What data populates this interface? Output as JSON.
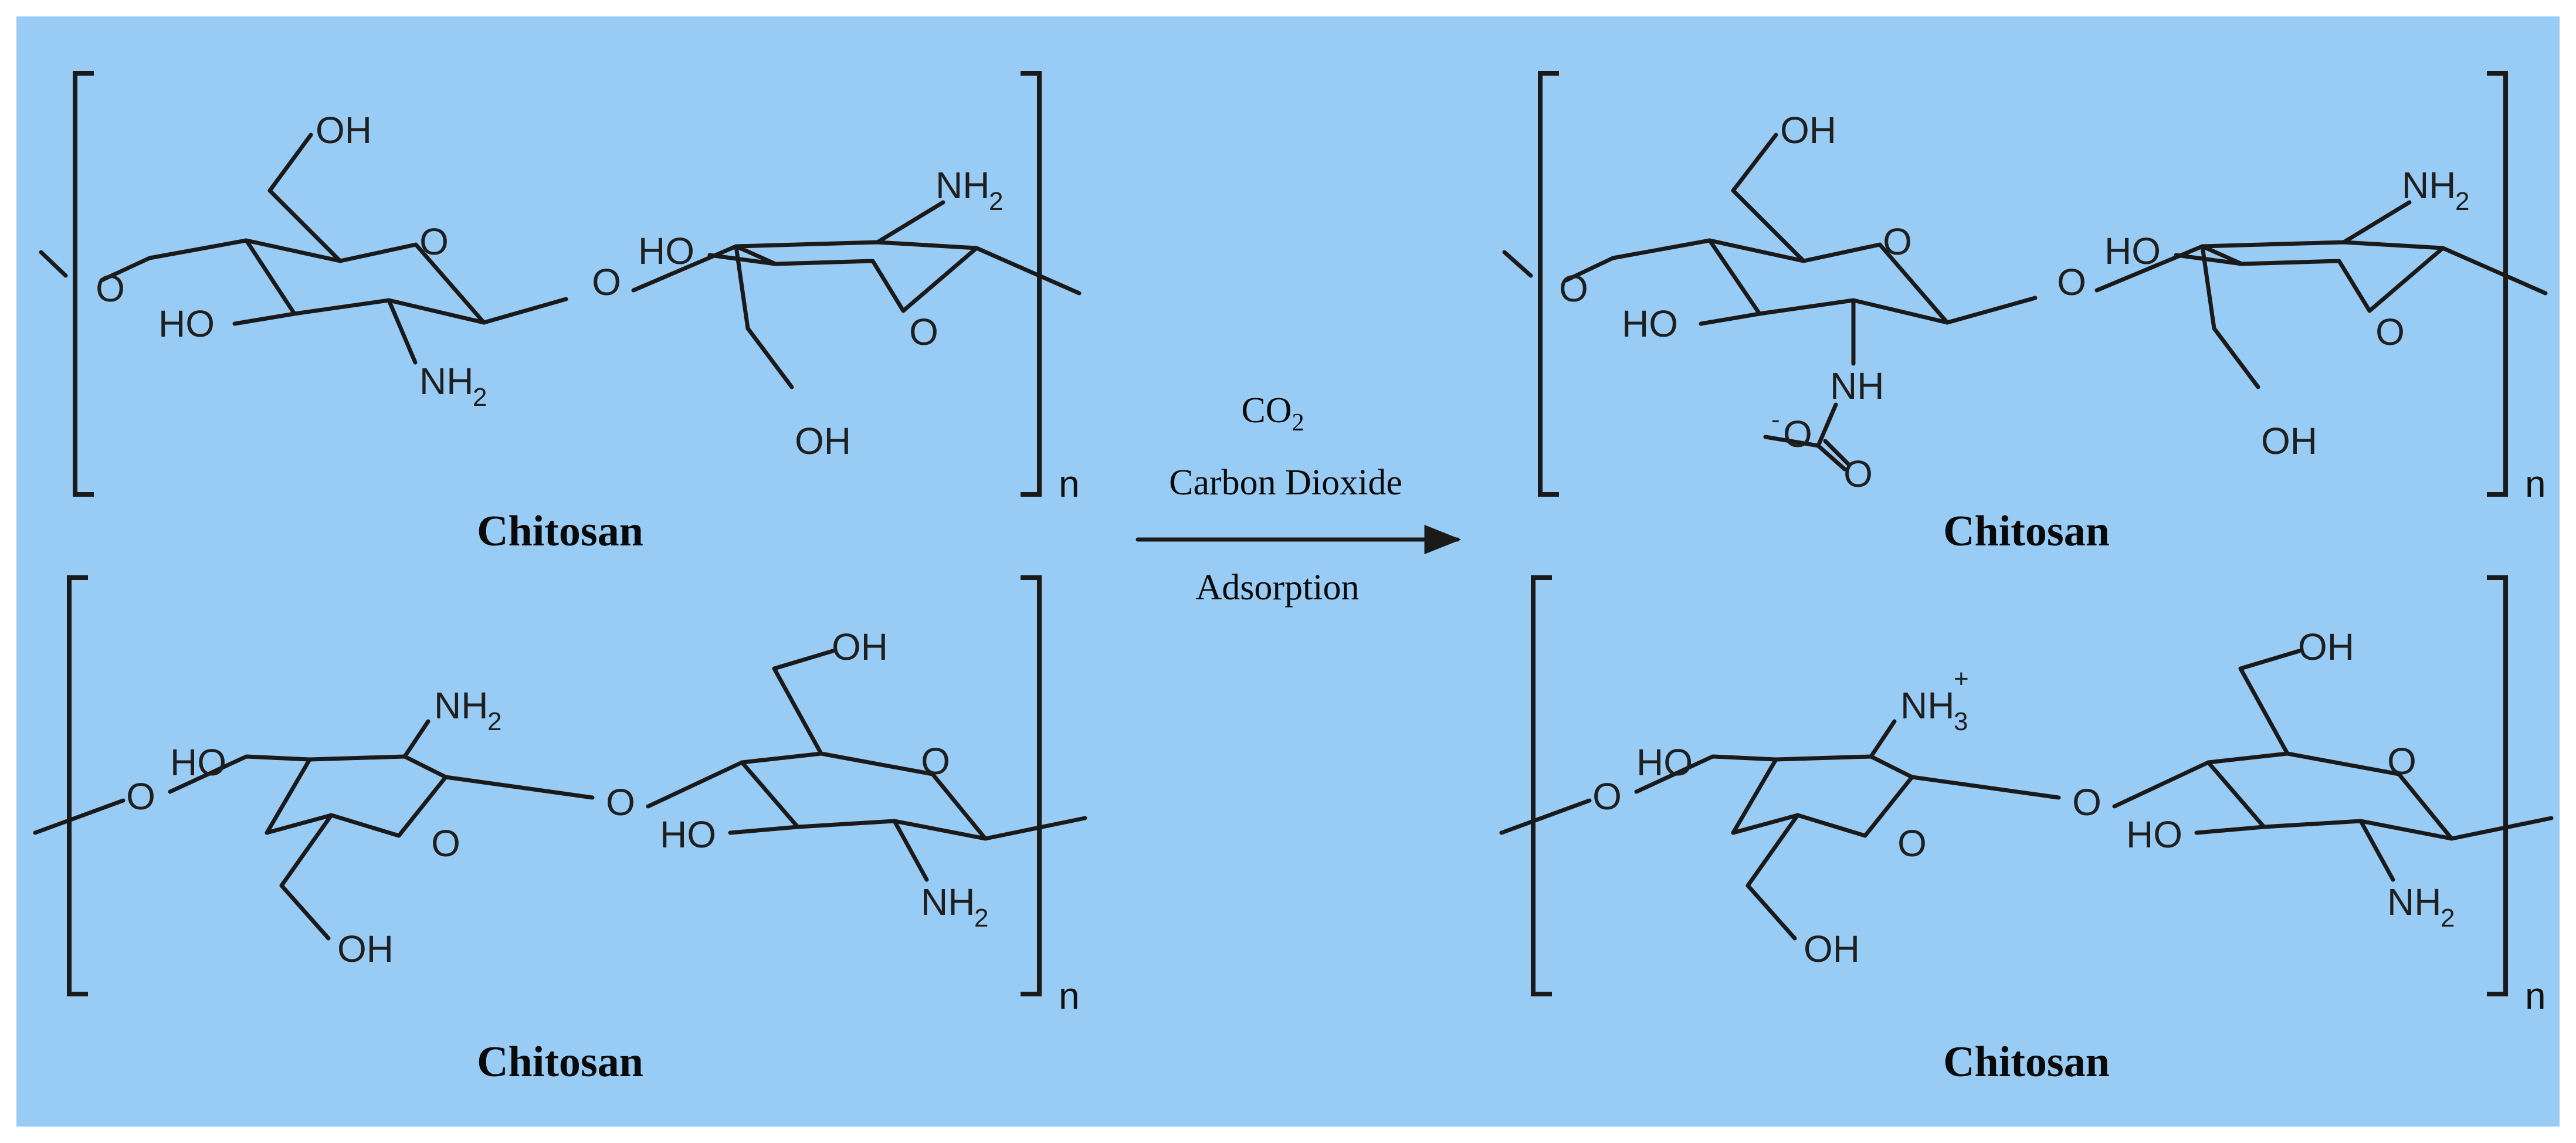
{
  "colors": {
    "background": "#99CCF5",
    "ink": "#1a1a1a"
  },
  "reaction": {
    "reagent_formula": "CO",
    "reagent_subscript": "2",
    "reagent_name": "Carbon Dioxide",
    "process": "Adsorption"
  },
  "structures": [
    {
      "caption": "Chitosan",
      "repeat": "n"
    },
    {
      "caption": "Chitosan",
      "repeat": "n"
    },
    {
      "caption": "Chitosan",
      "repeat": "n"
    },
    {
      "caption": "Chitosan",
      "repeat": "n"
    }
  ],
  "atoms": {
    "oh": "OH",
    "ho": "HO",
    "o": "O",
    "nh": "NH",
    "nh2": "NH",
    "two": "2",
    "nh3": "NH",
    "three": "3",
    "plus": "+",
    "minus": "-"
  }
}
